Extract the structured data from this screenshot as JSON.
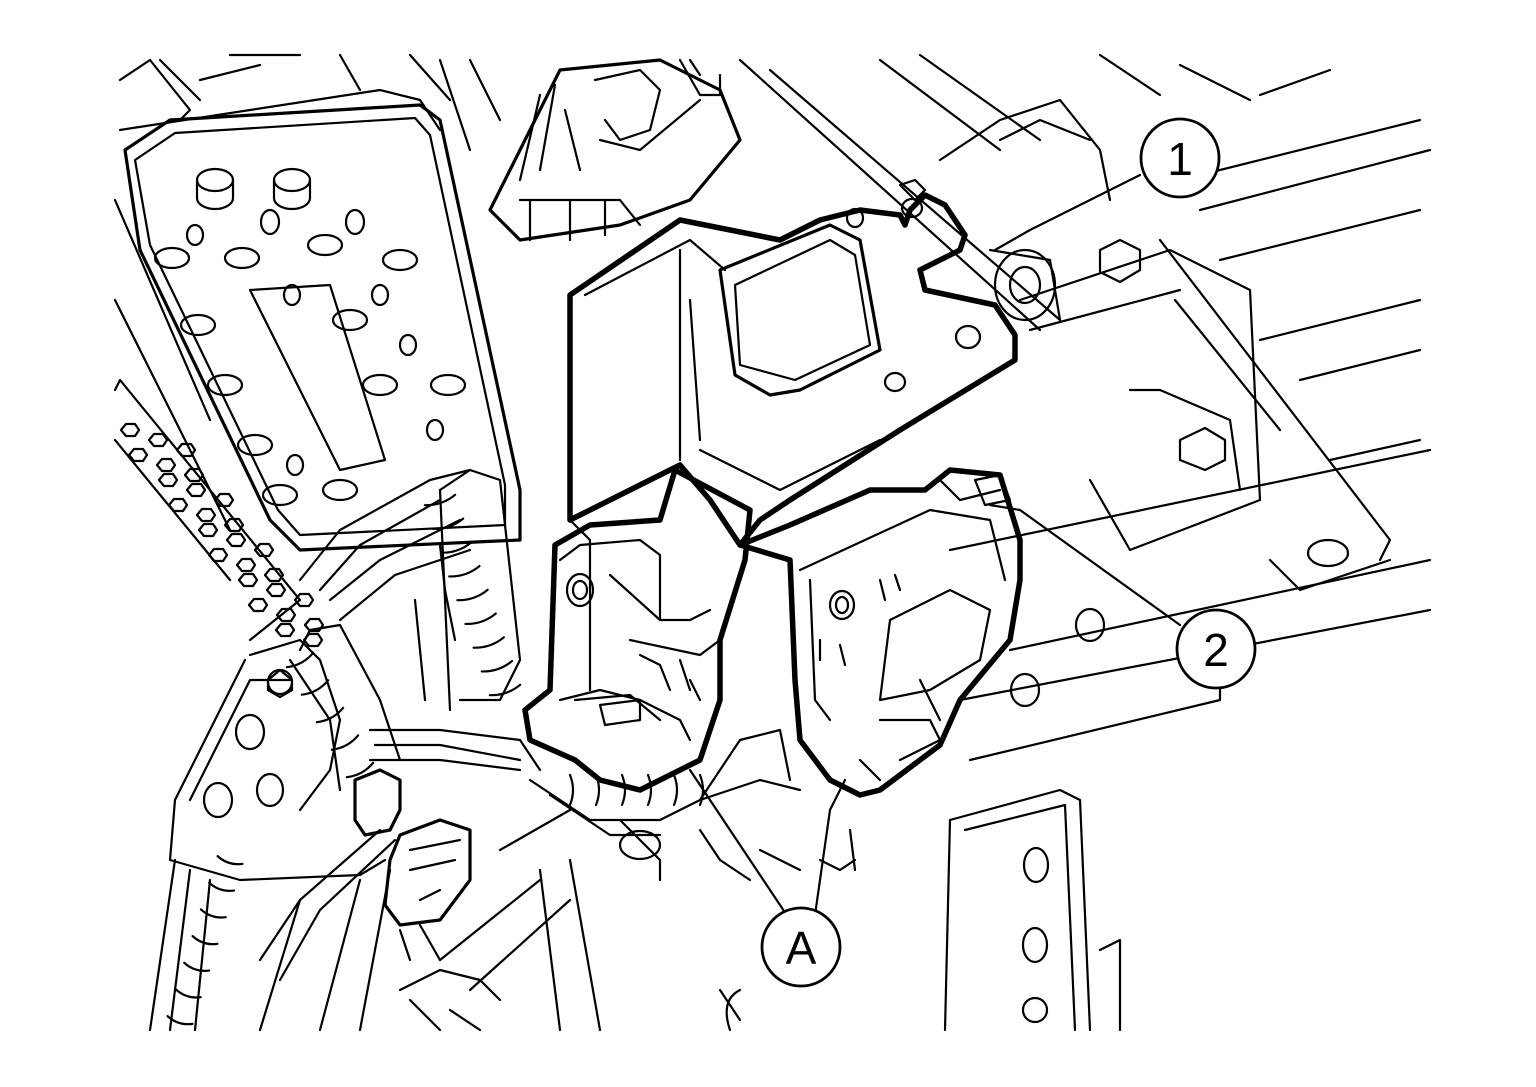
{
  "callouts": [
    {
      "id": "1",
      "label": "1"
    },
    {
      "id": "2",
      "label": "2"
    },
    {
      "id": "A",
      "label": "A"
    }
  ]
}
